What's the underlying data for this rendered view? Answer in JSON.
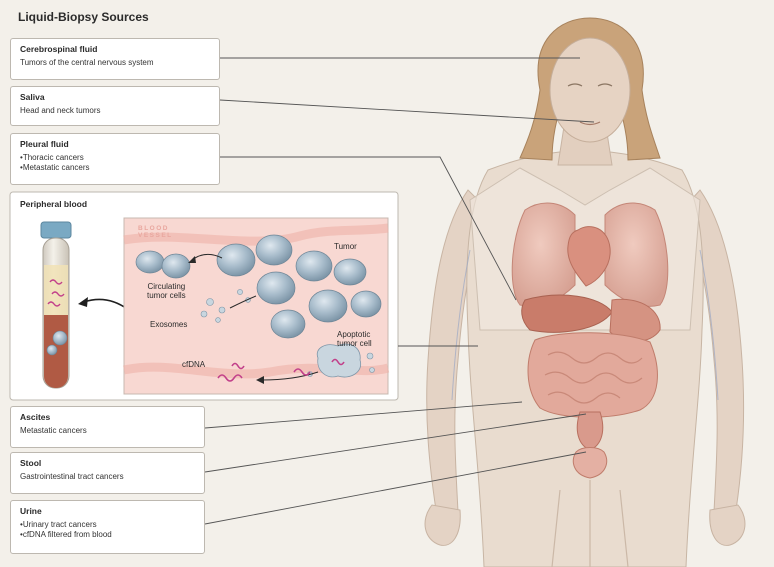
{
  "figure": {
    "title": "Liquid-Biopsy Sources",
    "sources": [
      {
        "heading": "Cerebrospinal fluid",
        "lines": [
          "Tumors of the central nervous system"
        ],
        "bulleted": false
      },
      {
        "heading": "Saliva",
        "lines": [
          "Head and neck tumors"
        ],
        "bulleted": false
      },
      {
        "heading": "Pleural fluid",
        "lines": [
          "Thoracic cancers",
          "Metastatic cancers"
        ],
        "bulleted": true
      },
      {
        "heading": "Ascites",
        "lines": [
          "Metastatic cancers"
        ],
        "bulleted": false
      },
      {
        "heading": "Stool",
        "lines": [
          "Gastrointestinal tract cancers"
        ],
        "bulleted": false
      },
      {
        "heading": "Urine",
        "lines": [
          "Urinary tract cancers",
          "cfDNA filtered from blood"
        ],
        "bulleted": true
      }
    ],
    "peripheral_blood": {
      "heading": "Peripheral blood",
      "vessel_label": [
        "BLOOD",
        "VESSEL"
      ],
      "labels": {
        "tumor": "Tumor",
        "circulating": [
          "Circulating",
          "tumor cells"
        ],
        "exosomes": "Exosomes",
        "apoptotic": [
          "Apoptotic",
          "tumor cell"
        ],
        "cfdna": "cfDNA"
      }
    },
    "colors": {
      "background": "#f3f0ea",
      "box_border": "#bdb8b0",
      "vessel_pink": "#f2c6bf",
      "cell_blue": "#8fa9bc",
      "organ_pink": "#d99a8c",
      "dna_magenta": "#c2408a",
      "hair": "#c9a37a",
      "skin": "#e6d6c8",
      "leader_line": "#555555"
    }
  }
}
